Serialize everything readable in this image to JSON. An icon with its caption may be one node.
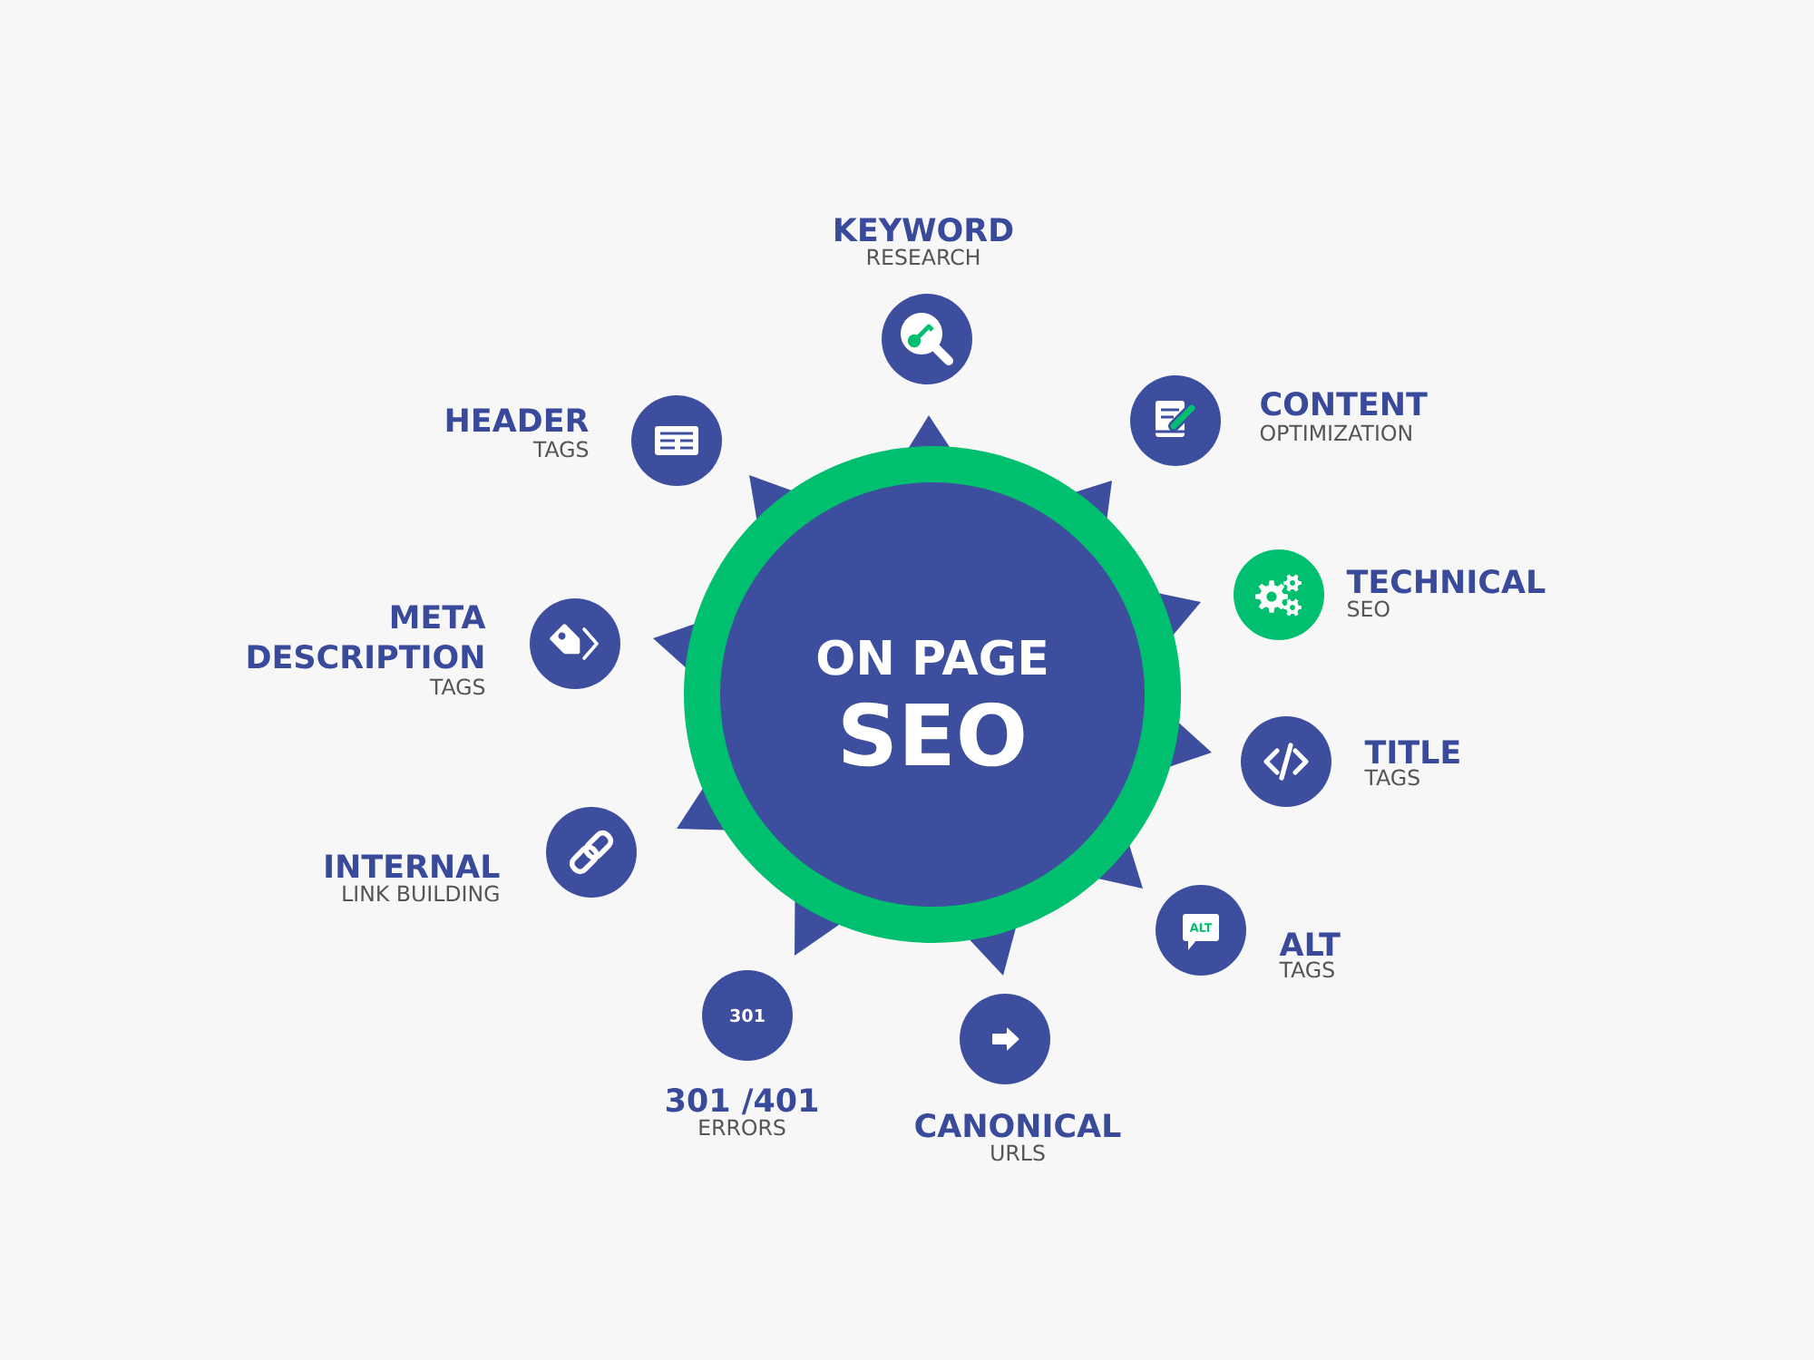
{
  "diagram": {
    "nodes": [
      {
        "text": [
          "ON PAGE",
          "SEO"
        ]
      },
      {
        "text": [
          "KEYWORD",
          "RESEARCH"
        ]
      },
      {
        "text": [
          "CONTENT",
          "OPTIMIZATION"
        ]
      },
      {
        "text": [
          "TECHNICAL",
          "SEO"
        ]
      },
      {
        "text": [
          "TITLE",
          "TAGS"
        ]
      },
      {
        "text": [
          "ALT",
          "ALT",
          "TAGS"
        ]
      },
      {
        "text": [
          "CANONICAL",
          "URLS"
        ]
      },
      {
        "text": [
          "301",
          "301 /401",
          "ERRORS"
        ]
      },
      {
        "text": [
          "INTERNAL",
          "LINK BUILDING"
        ]
      },
      {
        "text": [
          "META DESCRIPTION",
          "TAGS"
        ]
      },
      {
        "text": [
          "HEADER",
          "TAGS"
        ]
      }
    ]
  }
}
